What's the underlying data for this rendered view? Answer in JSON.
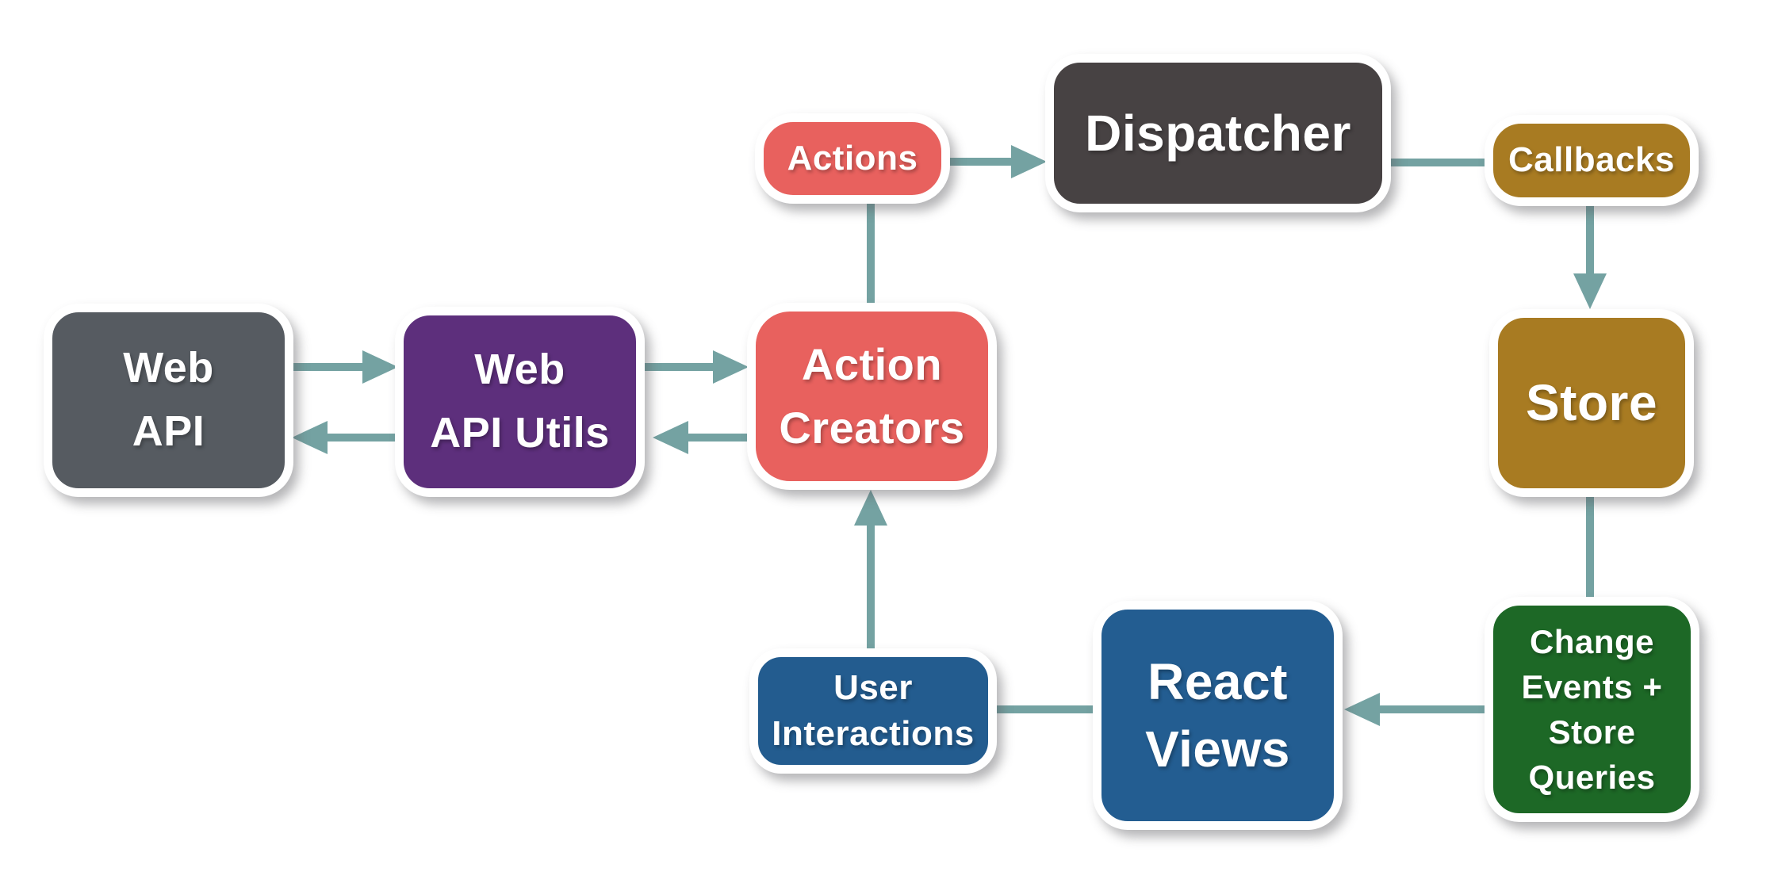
{
  "diagram": {
    "description": "Flux application architecture data-flow diagram",
    "nodes": [
      {
        "id": "web-api",
        "label": [
          "Web",
          "API"
        ],
        "color": "#565b61",
        "shape": "rounded-rect"
      },
      {
        "id": "web-api-utils",
        "label": [
          "Web",
          "API Utils"
        ],
        "color": "#5d2f7c",
        "shape": "rounded-rect"
      },
      {
        "id": "action-creators",
        "label": [
          "Action",
          "Creators"
        ],
        "color": "#e8615e",
        "shape": "rounded-rect"
      },
      {
        "id": "actions",
        "label": [
          "Actions"
        ],
        "color": "#e8615e",
        "shape": "rounded-pill"
      },
      {
        "id": "dispatcher",
        "label": [
          "Dispatcher"
        ],
        "color": "#474243",
        "shape": "rounded-rect"
      },
      {
        "id": "callbacks",
        "label": [
          "Callbacks"
        ],
        "color": "#a87b22",
        "shape": "rounded-pill"
      },
      {
        "id": "store",
        "label": [
          "Store"
        ],
        "color": "#a87b22",
        "shape": "rounded-rect"
      },
      {
        "id": "change-events",
        "label": [
          "Change",
          "Events +",
          "Store",
          "Queries"
        ],
        "color": "#1d6826",
        "shape": "rounded-rect"
      },
      {
        "id": "react-views",
        "label": [
          "React",
          "Views"
        ],
        "color": "#235d91",
        "shape": "rounded-rect"
      },
      {
        "id": "user-interactions",
        "label": [
          "User",
          "Interactions"
        ],
        "color": "#235c8f",
        "shape": "rounded-rect"
      }
    ],
    "edges": [
      {
        "from": "web-api",
        "to": "web-api-utils",
        "arrowhead": true
      },
      {
        "from": "web-api-utils",
        "to": "web-api",
        "arrowhead": true
      },
      {
        "from": "web-api-utils",
        "to": "action-creators",
        "arrowhead": true
      },
      {
        "from": "action-creators",
        "to": "web-api-utils",
        "arrowhead": true
      },
      {
        "from": "action-creators",
        "to": "actions",
        "arrowhead": false
      },
      {
        "from": "actions",
        "to": "dispatcher",
        "arrowhead": true
      },
      {
        "from": "dispatcher",
        "to": "callbacks",
        "arrowhead": false
      },
      {
        "from": "callbacks",
        "to": "store",
        "arrowhead": true
      },
      {
        "from": "store",
        "to": "change-events",
        "arrowhead": false
      },
      {
        "from": "change-events",
        "to": "react-views",
        "arrowhead": true
      },
      {
        "from": "react-views",
        "to": "user-interactions",
        "arrowhead": false
      },
      {
        "from": "user-interactions",
        "to": "action-creators",
        "arrowhead": true
      }
    ],
    "colors": {
      "background": "#ffffff",
      "node_border": "#ffffff",
      "node_text": "#ffffff",
      "connector": "#74a2a2"
    }
  }
}
